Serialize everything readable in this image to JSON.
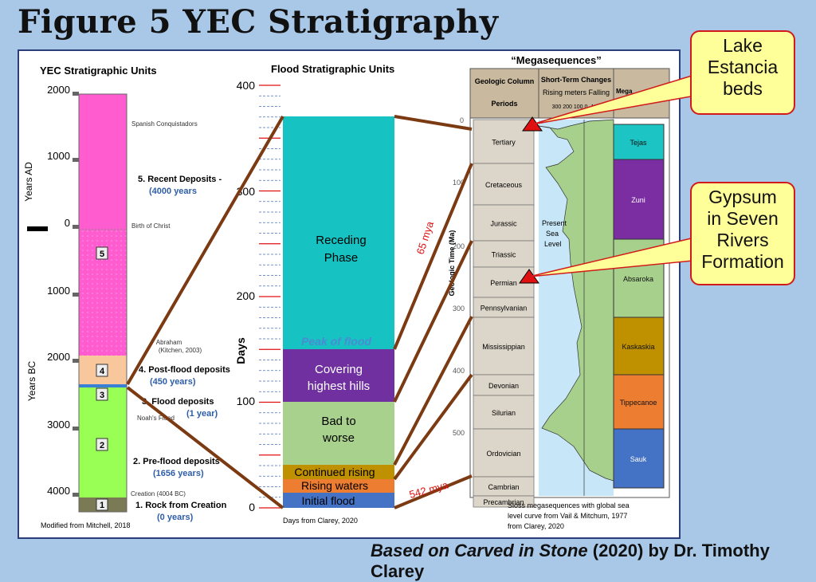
{
  "title": "Figure 5  YEC Stratigraphy",
  "credit": {
    "italic": "Based on Carved in Stone",
    "rest": " (2020) by Dr. Timothy Clarey"
  },
  "yec": {
    "heading": "YEC Stratigraphic Units",
    "ticks": [
      "2000",
      "1000",
      "0",
      "1000",
      "2000",
      "3000",
      "4000"
    ],
    "label_ad": "Years AD",
    "label_bc": "Years BC",
    "markers": [
      "Spanish Conquistadors",
      "Birth of Christ",
      "Abraham",
      "(Kitchen, 2003)",
      "Noah's Flood",
      "Creation (4004 BC)"
    ],
    "unit_numbers": [
      "5",
      "4",
      "3",
      "2",
      "1"
    ],
    "units": [
      {
        "name": "5. Recent Deposits -",
        "years": "(4000 years"
      },
      {
        "name": "4. Post-flood deposits",
        "years": "(450 years)"
      },
      {
        "name": "3. Flood deposits",
        "years": "(1 year)"
      },
      {
        "name": "2. Pre-flood deposits -",
        "years": "(1656 years)"
      },
      {
        "name": "1. Rock from Creation",
        "years": "(0 years)"
      }
    ],
    "source": "Modified from Mitchell, 2018"
  },
  "flood": {
    "heading": "Flood Stratigraphic Units",
    "ticks": [
      "400",
      "300",
      "200",
      "100",
      "0"
    ],
    "axis_label": "Days",
    "phases": [
      "Receding",
      "Phase",
      "Peak of flood",
      "Covering",
      "highest hills",
      "Bad to",
      "worse",
      "Continued rising",
      "Rising waters",
      "Initial flood"
    ],
    "source": "Days from Clarey, 2020"
  },
  "mega": {
    "heading": "“Megasequences”",
    "col_header": [
      "Geologic Column",
      "Periods"
    ],
    "sea_header": [
      "Short-Term Changes",
      "Rising meters Falling",
      "300  200  100   0  -100"
    ],
    "mega_header": "Mega",
    "periods": [
      "Tertiary",
      "Cretaceous",
      "Jurassic",
      "Triassic",
      "Permian",
      "Pennsylvanian",
      "Mississippian",
      "Devonian",
      "Silurian",
      "Ordovician",
      "Cambrian",
      "Precambrian"
    ],
    "megasequences": [
      "Tejas",
      "Zuni",
      "Absaroka",
      "Kaskaskia",
      "Tippecanoe",
      "Sauk"
    ],
    "megasequence_colors": [
      "#1cc4c4",
      "#7a2ea1",
      "#a8d08d",
      "#bf9000",
      "#ed7d31",
      "#4472c4"
    ],
    "age_ticks": [
      "0",
      "100",
      "200",
      "300",
      "400",
      "500"
    ],
    "age_label": "Geologic Time (Ma)",
    "sea_text": [
      "Present",
      "Sea",
      "Level"
    ],
    "source": [
      "Sloss megasequences with global sea",
      "level curve from Vail & Mitchum, 1977",
      "from Clarey, 2020"
    ]
  },
  "ages": [
    "65 mya",
    "542 mya"
  ],
  "callouts": [
    [
      "Lake",
      "Estancia",
      "beds"
    ],
    [
      "Gypsum",
      "in Seven",
      "Rivers",
      "Formation"
    ]
  ]
}
